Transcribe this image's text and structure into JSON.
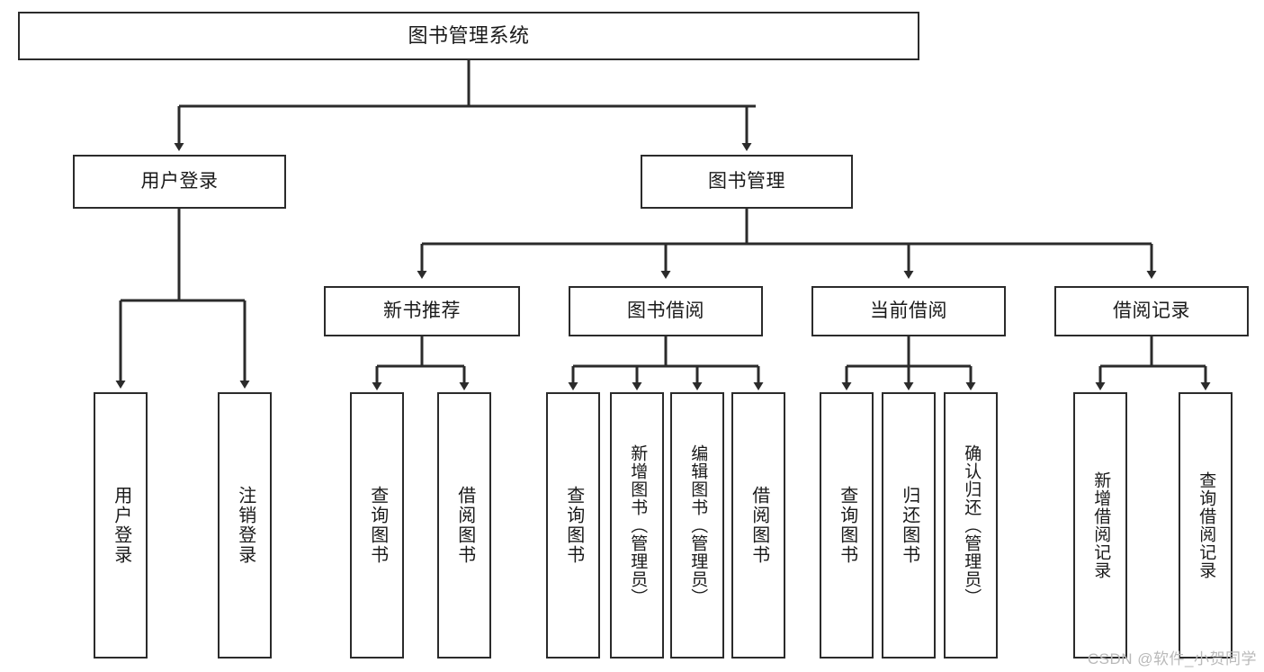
{
  "diagram": {
    "title": "图书管理系统",
    "type": "tree-hierarchy-diagram",
    "colors": {
      "box_border": "#2b2b2b",
      "box_fill": "#ffffff",
      "connector": "#2b2b2b",
      "text": "#1a1a1a",
      "watermark": "#b9b9b9"
    },
    "levels": {
      "root": "图书管理系统",
      "level2": [
        "用户登录",
        "图书管理"
      ],
      "level3": [
        "新书推荐",
        "图书借阅",
        "当前借阅",
        "借阅记录"
      ],
      "leaves": [
        "用户登录",
        "注销登录",
        "查询图书",
        "借阅图书",
        "查询图书",
        "新增图书（管理员）",
        "编辑图书（管理员）",
        "借阅图书",
        "查询图书",
        "归还图书",
        "确认归还（管理员）",
        "新增借阅记录",
        "查询借阅记录"
      ]
    },
    "nodes": {
      "root": {
        "label": "图书管理系统"
      },
      "user_login": {
        "label": "用户登录"
      },
      "book_manage": {
        "label": "图书管理"
      },
      "new_book_rec": {
        "label": "新书推荐"
      },
      "book_borrow": {
        "label": "图书借阅"
      },
      "current_borrow": {
        "label": "当前借阅"
      },
      "borrow_record": {
        "label": "借阅记录"
      },
      "leaf_user_login": {
        "label": "用户登录"
      },
      "leaf_logout": {
        "label": "注销登录"
      },
      "leaf_query_book_a": {
        "label": "查询图书"
      },
      "leaf_borrow_book_a": {
        "label": "借阅图书"
      },
      "leaf_query_book_b": {
        "label": "查询图书"
      },
      "leaf_add_book": {
        "label": "新增图书（管理员）"
      },
      "leaf_edit_book": {
        "label": "编辑图书（管理员）"
      },
      "leaf_borrow_book_b": {
        "label": "借阅图书"
      },
      "leaf_query_book_c": {
        "label": "查询图书"
      },
      "leaf_return_book": {
        "label": "归还图书"
      },
      "leaf_confirm_return": {
        "label": "确认归还（管理员）"
      },
      "leaf_add_record": {
        "label": "新增借阅记录"
      },
      "leaf_query_record": {
        "label": "查询借阅记录"
      }
    },
    "watermark": "CSDN @软件_小贺同学"
  }
}
